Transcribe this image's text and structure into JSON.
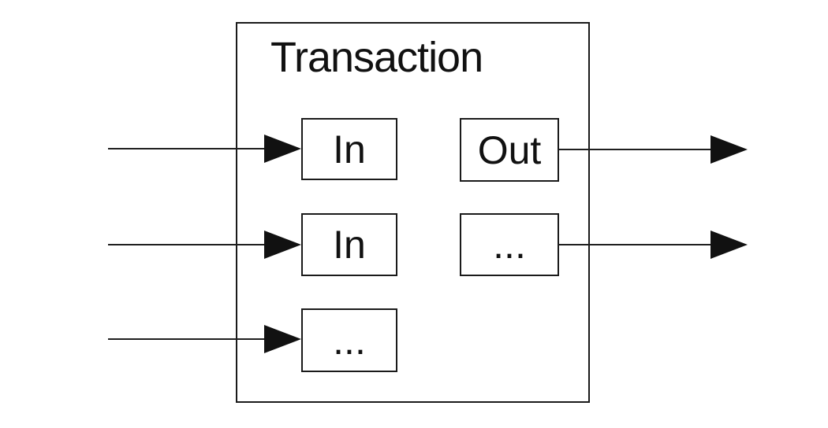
{
  "diagram": {
    "title": "Transaction",
    "inputs": [
      {
        "label": "In"
      },
      {
        "label": "In"
      },
      {
        "label": "..."
      }
    ],
    "outputs": [
      {
        "label": "Out"
      },
      {
        "label": "..."
      }
    ]
  },
  "icons": {
    "arrowhead": "right-filled-triangle"
  },
  "colors": {
    "stroke": "#1a1a1a",
    "arrow_fill": "#111111",
    "background": "#ffffff"
  }
}
